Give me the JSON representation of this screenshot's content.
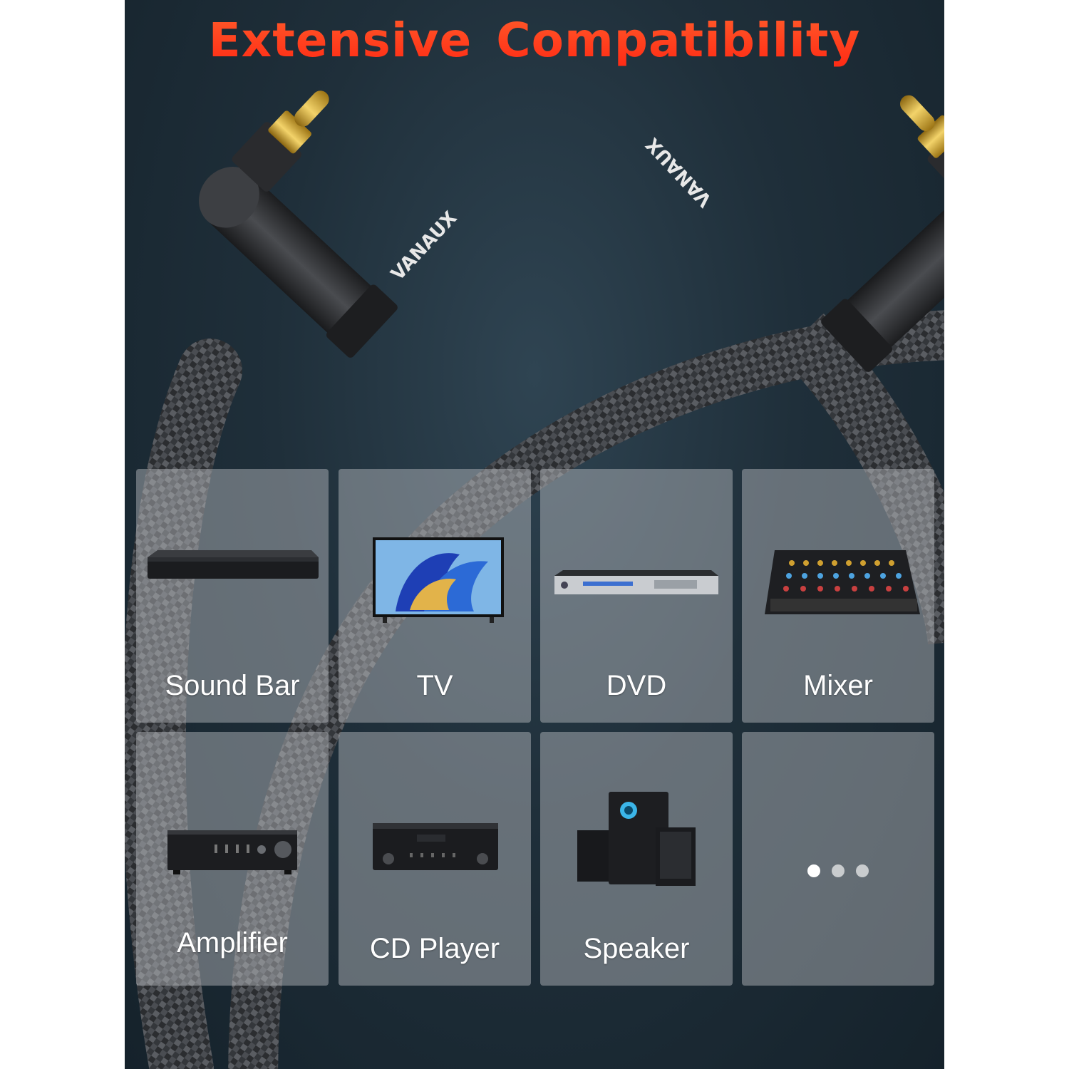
{
  "headline": "Extensive Compatibility",
  "brand_left": "VANAUX",
  "brand_right": "VANAUX",
  "colors": {
    "headline": "#ff3a1e",
    "background": "#1f2f3a",
    "tile": "rgba(190,194,198,0.45)",
    "gold": "#d4a72c"
  },
  "devices": [
    {
      "label": "Sound Bar",
      "icon": "soundbar-icon"
    },
    {
      "label": "TV",
      "icon": "tv-icon"
    },
    {
      "label": "DVD",
      "icon": "dvd-player-icon"
    },
    {
      "label": "Mixer",
      "icon": "mixer-icon"
    },
    {
      "label": "Amplifier",
      "icon": "amplifier-icon"
    },
    {
      "label": "CD Player",
      "icon": "cd-player-icon"
    },
    {
      "label": "Speaker",
      "icon": "speaker-icon"
    },
    {
      "label": "",
      "icon": "more-dots-icon"
    }
  ]
}
